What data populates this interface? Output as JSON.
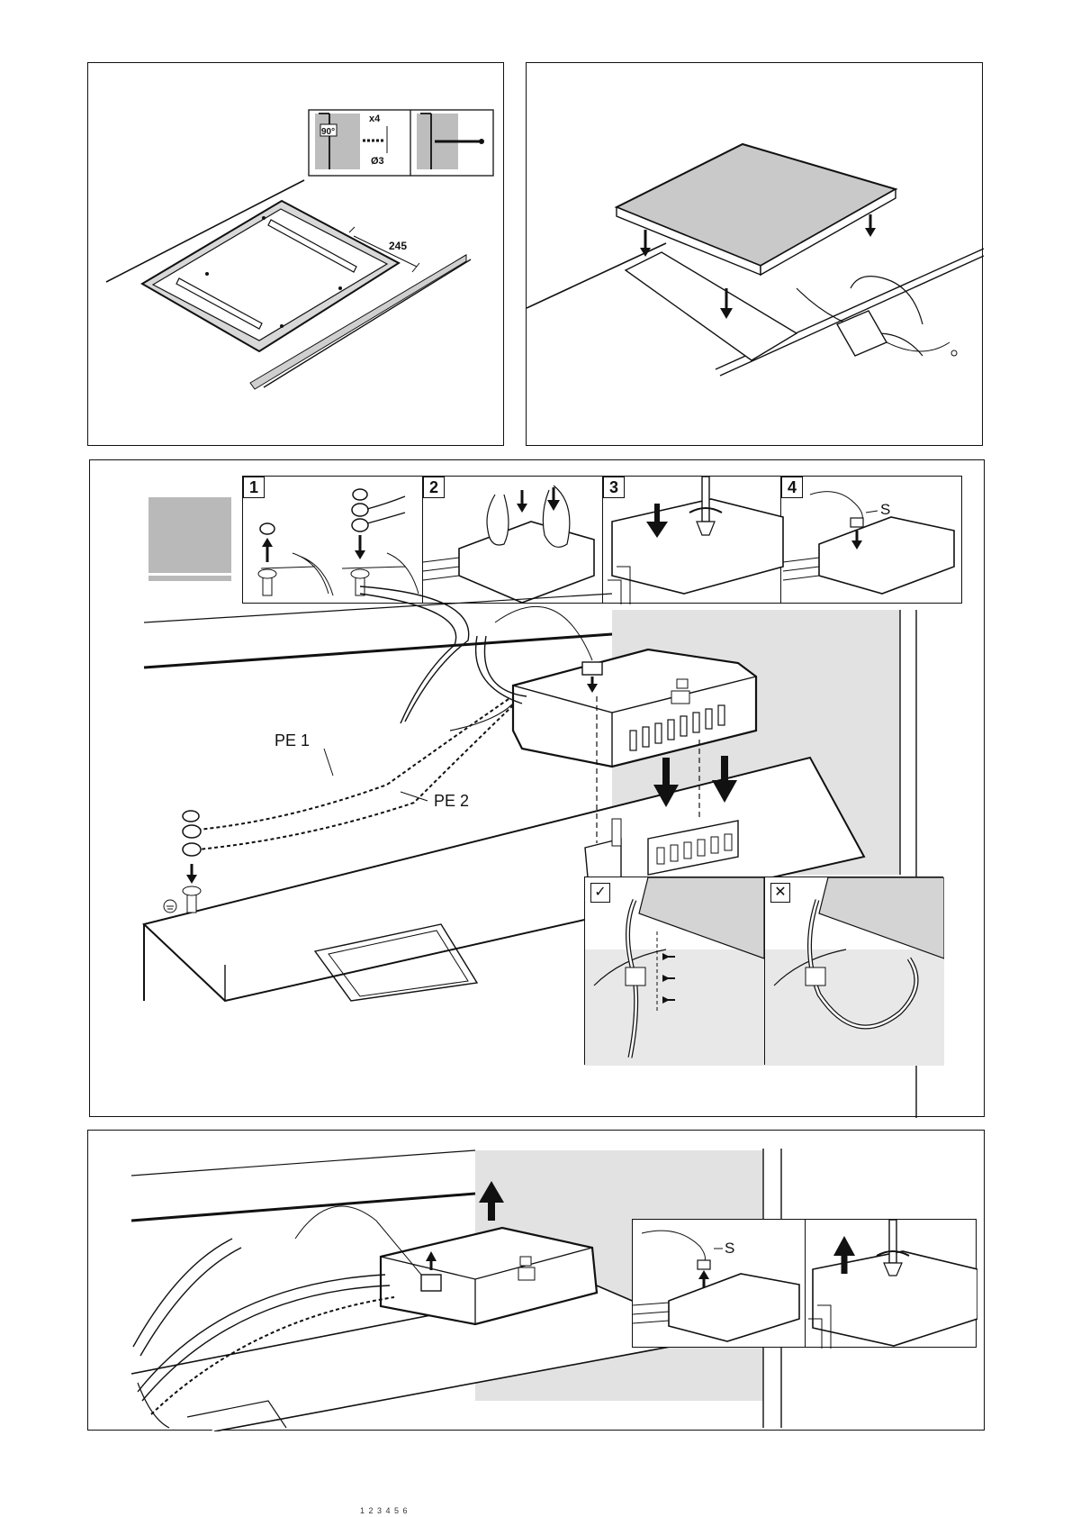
{
  "panel1": {
    "angle": "90°",
    "count": "x4",
    "drill": "Ø3",
    "dimension": "245"
  },
  "panel3": {
    "steps": [
      "1",
      "2",
      "3",
      "4"
    ],
    "connector_label": "S",
    "pe1": "PE 1",
    "pe2": "PE 2",
    "correct_mark": "✓",
    "wrong_mark": "✕"
  },
  "panel4": {
    "connector_label": "S"
  },
  "footer": {
    "text": "1 2 3 4 5 6"
  }
}
